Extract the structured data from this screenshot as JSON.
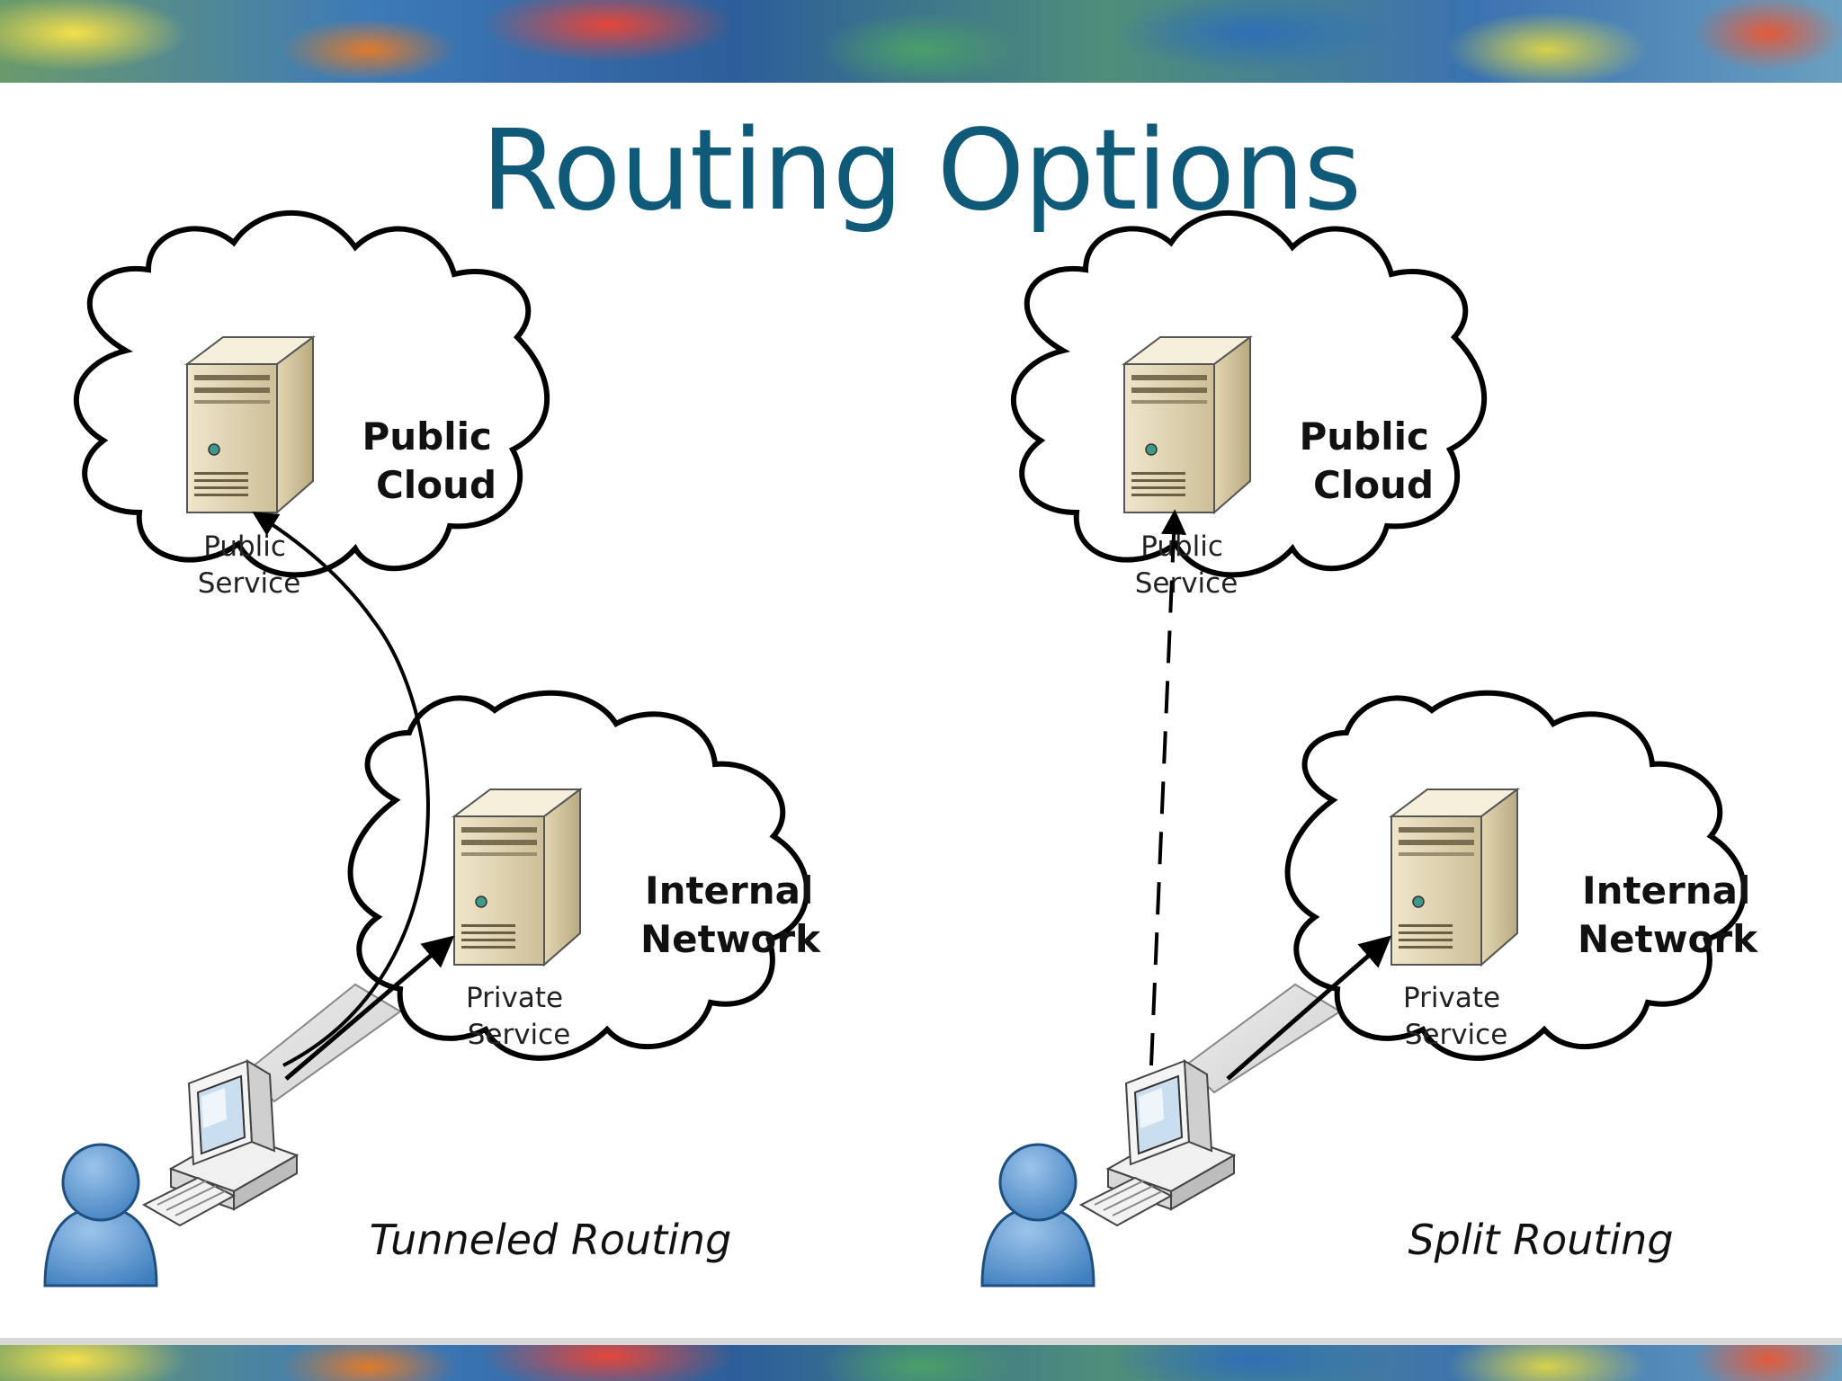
{
  "title": "Routing Options",
  "panels": [
    {
      "caption": "Tunneled Routing",
      "public_cloud": [
        "Public",
        "Cloud"
      ],
      "public_service": [
        "Public",
        "Service"
      ],
      "internal_network": [
        "Internal",
        "Network"
      ],
      "private_service": [
        "Private",
        "Service"
      ]
    },
    {
      "caption": "Split Routing",
      "public_cloud": [
        "Public",
        "Cloud"
      ],
      "public_service": [
        "Public",
        "Service"
      ],
      "internal_network": [
        "Internal",
        "Network"
      ],
      "private_service": [
        "Private",
        "Service"
      ]
    }
  ],
  "colors": {
    "title": "#0f5a78",
    "user_icon": "#5b9bd5",
    "server_body": "#d8cdaa"
  },
  "icons": [
    "server-icon",
    "computer-icon",
    "user-icon",
    "cloud-shape",
    "arrow"
  ]
}
